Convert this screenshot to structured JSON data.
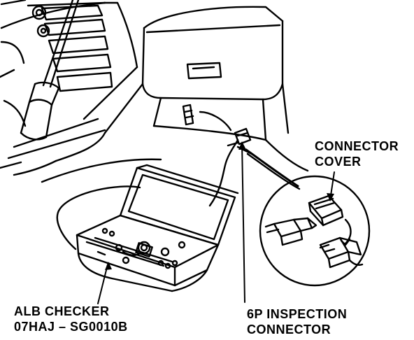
{
  "labels": {
    "connector_cover": {
      "line1": "CONNECTOR",
      "line2": "COVER"
    },
    "alb_checker": {
      "line1": "ALB CHECKER",
      "line2": "07HAJ – SG0010B"
    },
    "inspection_connector": {
      "line1": "6P INSPECTION",
      "line2": "CONNECTOR"
    }
  }
}
